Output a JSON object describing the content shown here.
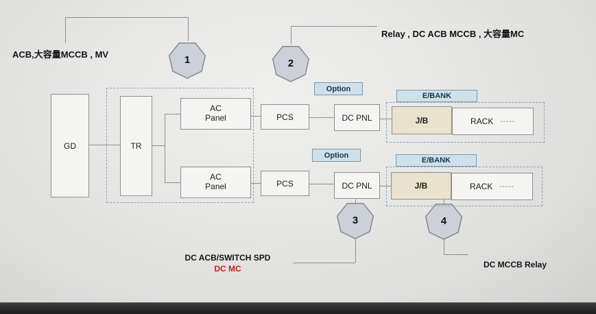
{
  "colors": {
    "background": "#e3e3e1",
    "box_fill": "#f4f4f2",
    "box_border": "#8f8f8f",
    "marker_fill": "#ccd1d9",
    "marker_border": "#85888f",
    "option_fill": "#cfe0ea",
    "ebank_fill": "#cbdde8",
    "jb_fill": "#e9e2cc",
    "dashed_border": "#93a0b2",
    "red_text": "#cc2020",
    "bezel": "#262626"
  },
  "annotations": {
    "top_left": "ACB,大容量MCCB , MV",
    "top_right": "Relay , DC ACB MCCB , 大容量MC",
    "bottom_spd": "DC ACB/SWITCH SPD",
    "bottom_dc_mc": "DC MC",
    "bottom_right": "DC MCCB Relay"
  },
  "markers": {
    "m1": "1",
    "m2": "2",
    "m3": "3",
    "m4": "4"
  },
  "blocks": {
    "gd": "GD",
    "tr": "TR"
  },
  "rows": [
    {
      "ac_l1": "AC",
      "ac_l2": "Panel",
      "pcs": "PCS",
      "option": "Option",
      "dc_pnl": "DC PNL",
      "ebank": "E/BANK",
      "jb": "J/B",
      "rack": "RACK",
      "rack_dashes": "-----"
    },
    {
      "ac_l1": "AC",
      "ac_l2": "Panel",
      "pcs": "PCS",
      "option": "Option",
      "dc_pnl": "DC PNL",
      "ebank": "E/BANK",
      "jb": "J/B",
      "rack": "RACK",
      "rack_dashes": "-----"
    }
  ]
}
